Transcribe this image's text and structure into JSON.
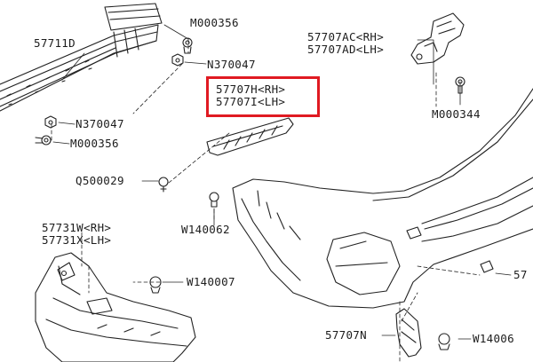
{
  "diagram": {
    "highlight_color": "#e01a22",
    "labels": {
      "m000356_top": "M000356",
      "p57711d": "57711D",
      "n370047_top": "N370047",
      "p57707ac": "57707AC<RH>",
      "p57707ad": "57707AD<LH>",
      "p57707h": "57707H<RH>",
      "p57707i": "57707I<LH>",
      "m000344": "M000344",
      "n370047_left": "N370047",
      "m000356_left": "M000356",
      "q500029": "Q500029",
      "w140062": "W140062",
      "p57731w": "57731W<RH>",
      "p57731x": "57731X<LH>",
      "w140007": "W140007",
      "p57_right": "57",
      "p57707n": "57707N",
      "w14006x": "W14006"
    }
  }
}
